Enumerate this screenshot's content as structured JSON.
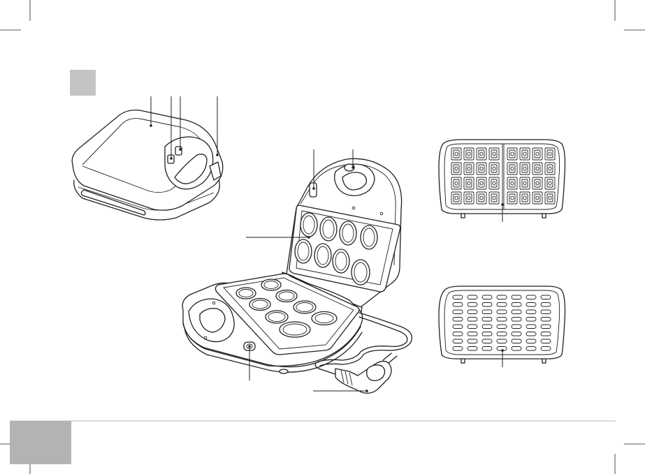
{
  "colors": {
    "line": "#231f20",
    "section_marker": "#c4c4c4",
    "footer_block": "#b3b3b3",
    "footer_rule": "#c8c8c8"
  },
  "parts": [
    {
      "id": "closed-lid",
      "icon": "sandwich-maker-closed-icon"
    },
    {
      "id": "open-appliance",
      "icon": "sandwich-maker-open-icon"
    },
    {
      "id": "waffle-plate",
      "icon": "waffle-plate-icon"
    },
    {
      "id": "stick-waffle-plate",
      "icon": "stick-waffle-plate-icon"
    },
    {
      "id": "power-plug",
      "icon": "power-plug-icon"
    }
  ]
}
